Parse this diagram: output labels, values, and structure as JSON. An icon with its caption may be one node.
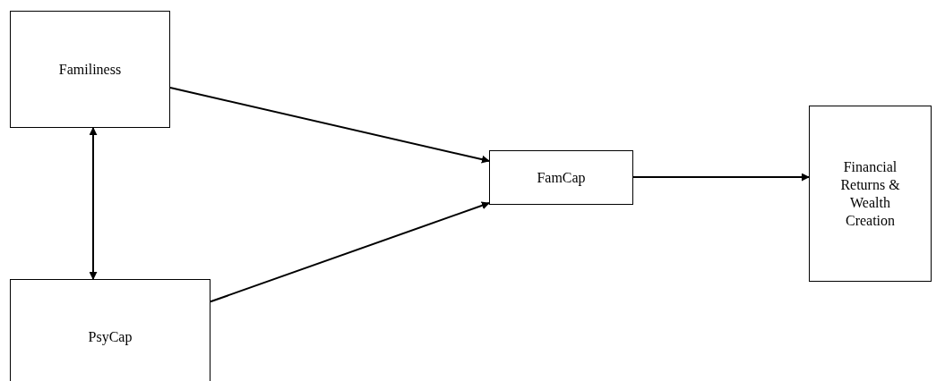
{
  "diagram": {
    "nodes": [
      {
        "text": [
          "Familiness"
        ]
      },
      {
        "text": [
          "PsyCap"
        ]
      },
      {
        "text": [
          "FamCap"
        ]
      },
      {
        "text": [
          "Financial Returns & Wealth Creation"
        ]
      }
    ],
    "edges": [
      {
        "from": 0,
        "to": 1,
        "arrow": "both"
      },
      {
        "from": 0,
        "to": 2,
        "arrow": "to"
      },
      {
        "from": 1,
        "to": 2,
        "arrow": "to"
      },
      {
        "from": 2,
        "to": 3,
        "arrow": "to"
      }
    ]
  }
}
